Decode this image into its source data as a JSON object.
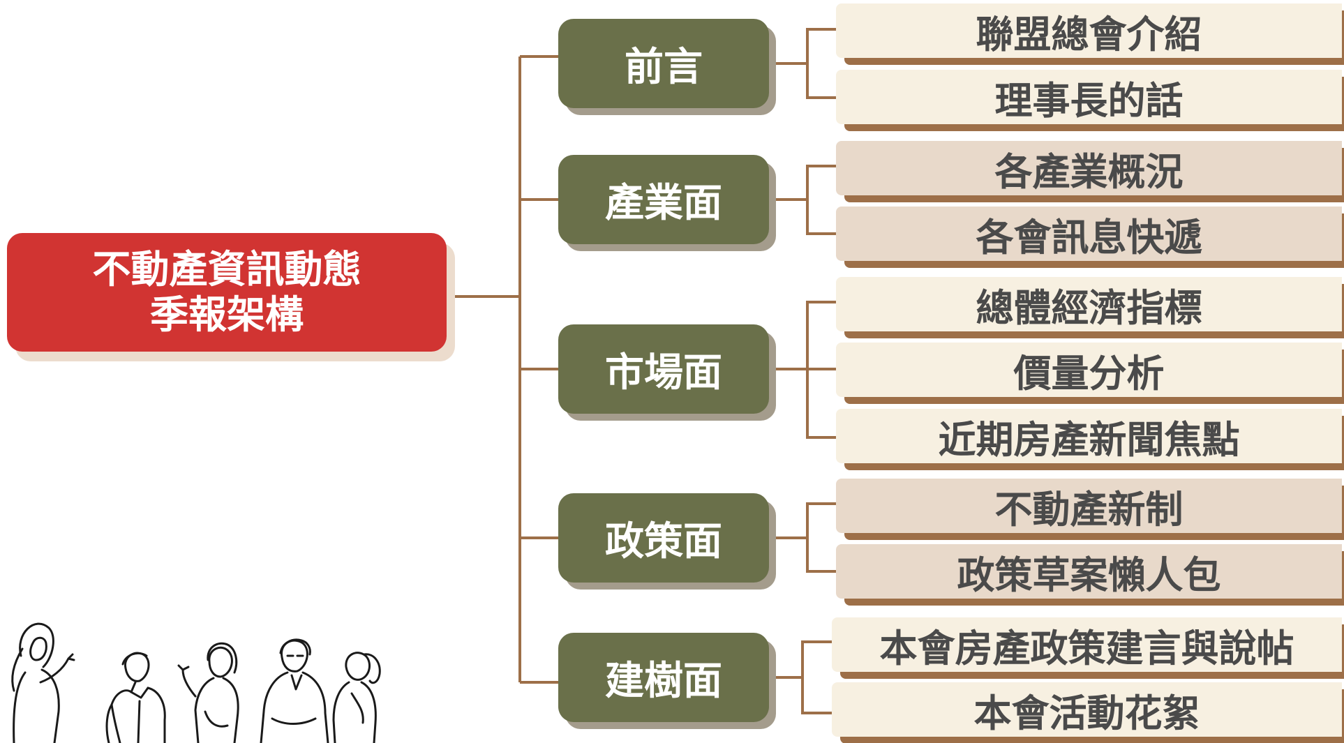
{
  "root": {
    "line1": "不動產資訊動態",
    "line2": "季報架構"
  },
  "categories": [
    {
      "label": "前言",
      "items": [
        "聯盟總會介紹",
        "理事長的話"
      ]
    },
    {
      "label": "產業面",
      "items": [
        "各產業概況",
        "各會訊息快遞"
      ]
    },
    {
      "label": "市場面",
      "items": [
        "總體經濟指標",
        "價量分析",
        "近期房產新聞焦點"
      ]
    },
    {
      "label": "政策面",
      "items": [
        "不動產新制",
        "政策草案懶人包"
      ]
    },
    {
      "label": "建樹面",
      "items": [
        "本會房產政策建言與說帖",
        "本會活動花絮"
      ]
    }
  ],
  "colors": {
    "root": "#d13432",
    "category": "#6a704a",
    "leaf_light": "#f7f0e1",
    "leaf_tan": "#e8d9ca",
    "connector": "#9d6f48"
  },
  "illustration": {
    "icon": "people-discussion-line-art"
  }
}
